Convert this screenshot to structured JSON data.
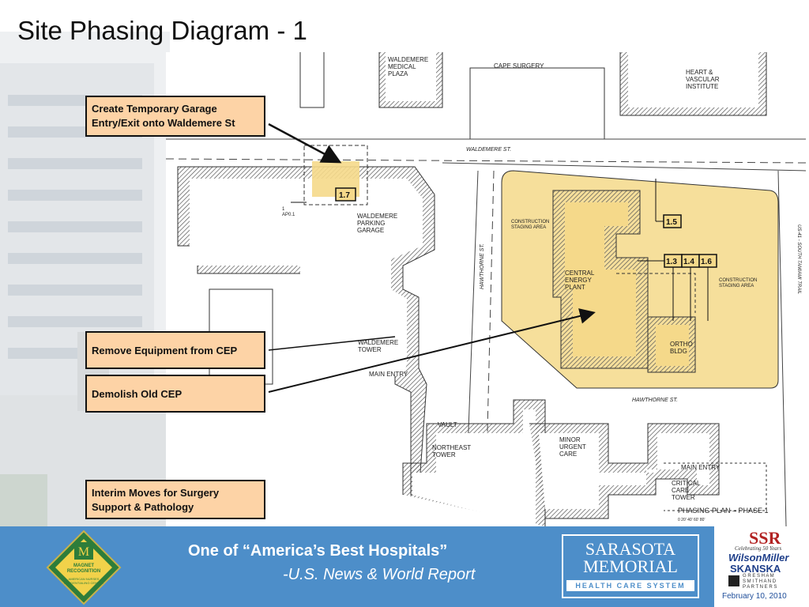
{
  "slide": {
    "title": "Site Phasing Diagram - 1"
  },
  "callouts": [
    {
      "id": "garage",
      "text_line1": "Create Temporary Garage",
      "text_line2": "Entry/Exit onto Waldemere St"
    },
    {
      "id": "remove",
      "text": "Remove Equipment from CEP"
    },
    {
      "id": "demolish",
      "text": "Demolish Old CEP"
    },
    {
      "id": "interim",
      "text_line1": "Interim Moves for Surgery",
      "text_line2": "Support & Pathology"
    }
  ],
  "plan_labels": {
    "waldemere_medical_plaza": [
      "WALDEMERE",
      "MEDICAL",
      "PLAZA"
    ],
    "cape_surgery": "CAPE  SURGERY",
    "heart_vascular": [
      "HEART  &",
      "VASCULAR",
      "INSTITUTE"
    ],
    "waldemere_st": "WALDEMERE  ST.",
    "waldemere_parking": [
      "WALDEMERE",
      "PARKING",
      "GARAGE"
    ],
    "hawthorne_st": "HAWTHORNE  ST.",
    "central_energy_plant": [
      "CENTRAL",
      "ENERGY",
      "PLANT"
    ],
    "construction_staging_left": [
      "CONSTRUCTION",
      "STAGING  AREA"
    ],
    "construction_staging_right": [
      "CONSTRUCTION",
      "STAGING  AREA"
    ],
    "ortho": [
      "ORTHO",
      "BLDG"
    ],
    "waldemere_tower": [
      "WALDEMERE",
      "TOWER"
    ],
    "main_entry_1": "MAIN  ENTRY",
    "hawthorne_st_2": "HAWTHORNE  ST.",
    "vault": "VAULT",
    "northeast_tower": [
      "NORTHEAST",
      "TOWER"
    ],
    "minor_urgent_care": [
      "MINOR",
      "URGENT",
      "CARE"
    ],
    "main_entry_2": "MAIN  ENTRY",
    "critical_care": [
      "CRITICAL",
      "CARE",
      "TOWER"
    ],
    "us41": "US-41  -  SOUTH  TAMIAMI  TRAIL",
    "phasing_plan": "PHASING  PLAN  –  PHASE  1",
    "scale": "0     20'    40'    60'    80'",
    "ap_ref": [
      "1",
      "AP0.1"
    ],
    "tags": {
      "t17": "1.7",
      "t15": "1.5",
      "t13": "1.3",
      "t14": "1.4",
      "t16": "1.6"
    }
  },
  "footer": {
    "magnet": {
      "letter": "M",
      "line1": "MAGNET",
      "line2": "RECOGNITION",
      "line3": "AMERICAN NURSES",
      "line4": "CREDENTIALING CENTER"
    },
    "tagline": "One of “America’s  Best Hospitals”",
    "tagline_sub": "-U.S. News & World Report",
    "smh": {
      "line1": "SARASOTA",
      "line2": "MEMORIAL",
      "line3": "HEALTH CARE SYSTEM"
    },
    "partners": {
      "ssr": "SSR",
      "ssr_sub": "Celebrating 50 Years",
      "wilson": "WilsonMiller",
      "skanska": "SKANSKA",
      "gsp1": "G R E S H A M",
      "gsp2": "S M I T H   A N D",
      "gsp3": "P A R T N E R S"
    },
    "date": "February 10, 2010"
  },
  "colors": {
    "callout_fill": "#fdd3a6",
    "phase_highlight": "#f5d98a",
    "footer_blue": "#4d8ec9"
  }
}
